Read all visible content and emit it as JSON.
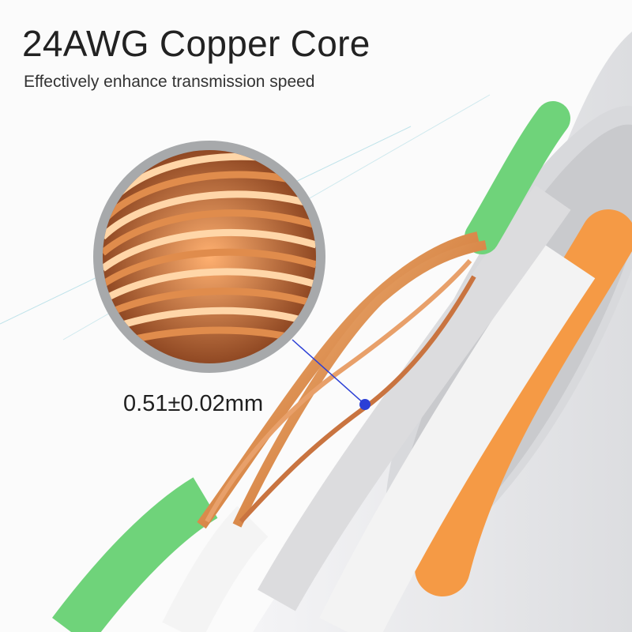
{
  "heading": {
    "title": "24AWG Copper Core",
    "subtitle": "Effectively enhance transmission speed"
  },
  "callout": {
    "measurement": "0.51±0.02mm"
  },
  "colors": {
    "background": "#fbfbfb",
    "jacket": "#e9e9eb",
    "green_insulation": "#6fd37a",
    "white_insulation": "#f4f4f4",
    "orange_insulation": "#f59a45",
    "copper": "#d9894a",
    "pointer": "#2b3fd6"
  }
}
